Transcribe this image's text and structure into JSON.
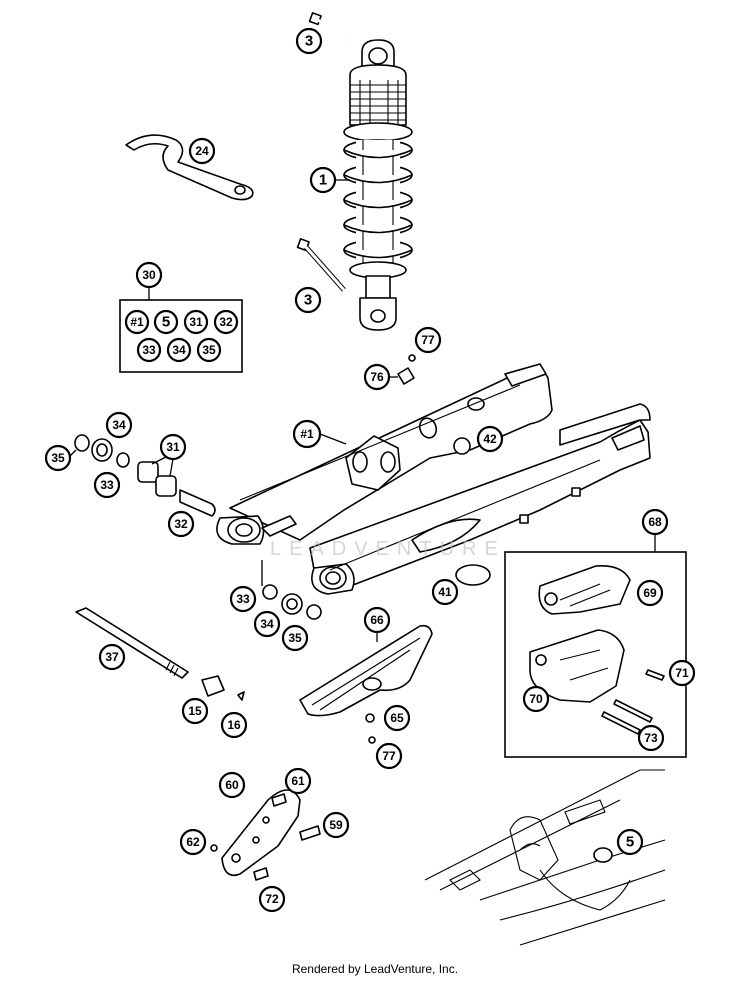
{
  "footer": "Rendered by LeadVenture, Inc.",
  "watermark": "LEADVENTURE",
  "callouts": {
    "c3a": "3",
    "c24": "24",
    "c1": "1",
    "c3b": "3",
    "c30": "30",
    "kit1": "#1",
    "kit5": "5",
    "kit31": "31",
    "kit32": "32",
    "kit33": "33",
    "kit34": "34",
    "kit35": "35",
    "c77a": "77",
    "c76": "76",
    "c34a": "34",
    "c35a": "35",
    "c31": "31",
    "c33a": "33",
    "c1b": "#1",
    "c42": "42",
    "c32": "32",
    "c68": "68",
    "c69": "69",
    "c41": "41",
    "c33b": "33",
    "c34b": "34",
    "c35b": "35",
    "c66": "66",
    "c71": "71",
    "c70": "70",
    "c37": "37",
    "c15": "15",
    "c16": "16",
    "c65": "65",
    "c73": "73",
    "c77b": "77",
    "c60": "60",
    "c61": "61",
    "c59": "59",
    "c62": "62",
    "c5": "5",
    "c72": "72"
  }
}
